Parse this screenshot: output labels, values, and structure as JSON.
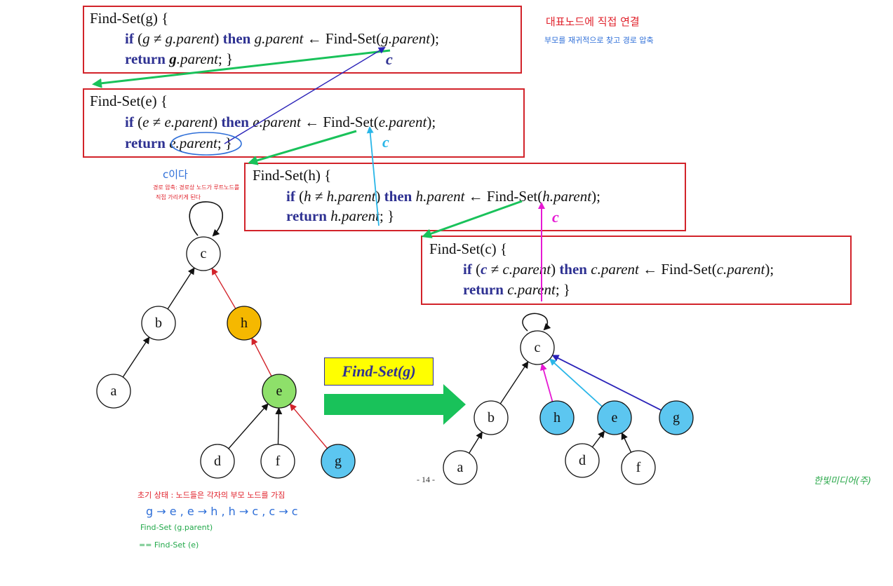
{
  "code_blocks": [
    {
      "id": "g",
      "header": "Find-Set(g) {",
      "v": "g",
      "bold_ret": true,
      "is_c": false
    },
    {
      "id": "e",
      "header": "Find-Set(e) {",
      "v": "e",
      "bold_ret": false,
      "is_c": false
    },
    {
      "id": "h",
      "header": "Find-Set(h) {",
      "v": "h",
      "bold_ret": false,
      "is_c": false
    },
    {
      "id": "c",
      "header": "Find-Set(c) {",
      "v": "c",
      "bold_ret": false,
      "is_c": true
    }
  ],
  "code_tokens": {
    "if": "if",
    "then": "then",
    "return": "return",
    "neq": "≠",
    "arrow": "←",
    "find_set": "Find-Set",
    "parent": "parent",
    "semi": ";",
    "close": "}"
  },
  "return_labels": {
    "c1": "c",
    "c2": "c",
    "c3": "c"
  },
  "annotations": {
    "top_red": "대표노드에 직접 연결",
    "top_blue": "부모를 재귀적으로 찾고 경로 압축",
    "blue_c": "c이다",
    "red_small_1": "경로 압축: 경로상 노드가 루트노드를",
    "red_small_2": "직접 가리키게 된다",
    "bottom_red": "초기 상태 : 노드들은 각자의 부모 노드를 가짐",
    "bottom_blue": "g → e , e → h , h → c , c → c",
    "bottom_green_1": "Find-Set (g.parent)",
    "bottom_green_2": "== Find-Set (e)"
  },
  "transform_label": "Find-Set(g)",
  "page_number": "- 14 -",
  "publisher": "한빛미디어(주)",
  "tree_before": {
    "nodes": [
      {
        "id": "c",
        "label": "c",
        "fill": "#ffffff"
      },
      {
        "id": "b",
        "label": "b",
        "fill": "#ffffff"
      },
      {
        "id": "h",
        "label": "h",
        "fill": "#f5b800"
      },
      {
        "id": "a",
        "label": "a",
        "fill": "#ffffff"
      },
      {
        "id": "e",
        "label": "e",
        "fill": "#8ee06a"
      },
      {
        "id": "d",
        "label": "d",
        "fill": "#ffffff"
      },
      {
        "id": "f",
        "label": "f",
        "fill": "#ffffff"
      },
      {
        "id": "g",
        "label": "g",
        "fill": "#5cc6f0"
      }
    ]
  },
  "tree_after": {
    "nodes": [
      {
        "id": "c",
        "label": "c",
        "fill": "#ffffff"
      },
      {
        "id": "b",
        "label": "b",
        "fill": "#ffffff"
      },
      {
        "id": "h",
        "label": "h",
        "fill": "#5cc6f0"
      },
      {
        "id": "e",
        "label": "e",
        "fill": "#5cc6f0"
      },
      {
        "id": "g",
        "label": "g",
        "fill": "#5cc6f0"
      },
      {
        "id": "a",
        "label": "a",
        "fill": "#ffffff"
      },
      {
        "id": "d",
        "label": "d",
        "fill": "#ffffff"
      },
      {
        "id": "f",
        "label": "f",
        "fill": "#ffffff"
      }
    ]
  },
  "colors": {
    "box_border": "#d2232a",
    "keyword": "#2e3192",
    "green_arrow": "#19c25a",
    "cyan": "#29b6e8",
    "magenta": "#e619d4",
    "navy": "#2a22b8",
    "label_bg": "#ffff00"
  }
}
